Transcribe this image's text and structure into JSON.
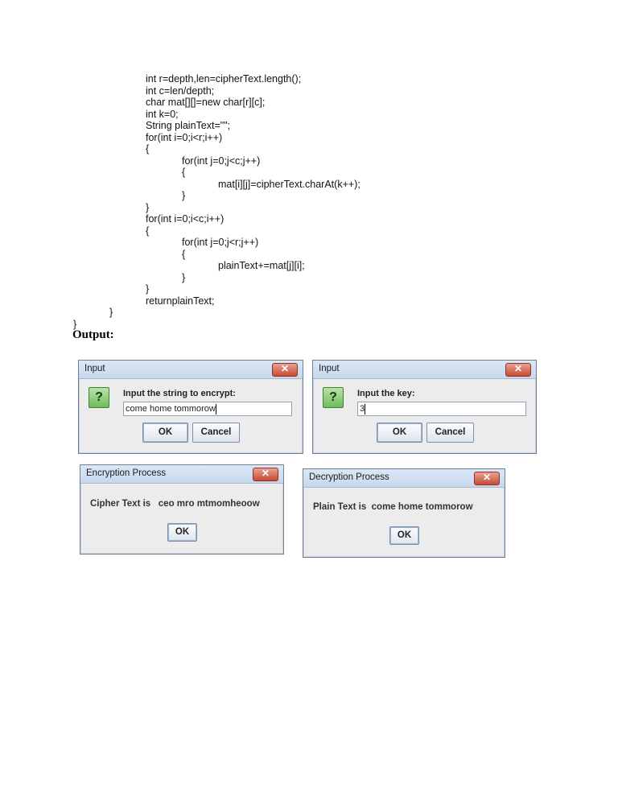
{
  "code_lines": [
    "int r=depth,len=cipherText.length();",
    "int c=len/depth;",
    "char mat[][]=new char[r][c];",
    "int k=0;",
    "String plainText=\"\";",
    "for(int i=0;i<r;i++)",
    "{",
    "for(int j=0;j<c;j++)",
    "{",
    "mat[i][j]=cipherText.charAt(k++);",
    "}",
    "}",
    "for(int i=0;i<c;i++)",
    "{",
    "for(int j=0;j<r;j++)",
    "{",
    "plainText+=mat[j][i];",
    "}",
    "}",
    "returnplainText;",
    "}",
    "}"
  ],
  "output_label": "Output:",
  "dialogs": {
    "input_string": {
      "title": "Input",
      "prompt": "Input the string to encrypt:",
      "value": "come home tommorow",
      "ok": "OK",
      "cancel": "Cancel"
    },
    "input_key": {
      "title": "Input",
      "prompt": "Input the key:",
      "value": "3",
      "ok": "OK",
      "cancel": "Cancel"
    },
    "encryption": {
      "title": "Encryption Process",
      "message": "Cipher Text is   ceo mro mtmomheoow",
      "ok": "OK"
    },
    "decryption": {
      "title": "Decryption Process",
      "message": "Plain Text is  come home tommorow",
      "ok": "OK"
    }
  },
  "icons": {
    "question": "question-icon",
    "close": "close-icon"
  },
  "colors": {
    "titlebar": "#c7d8ee",
    "close_button": "#c74a33",
    "question_icon": "#6fbb5a"
  }
}
